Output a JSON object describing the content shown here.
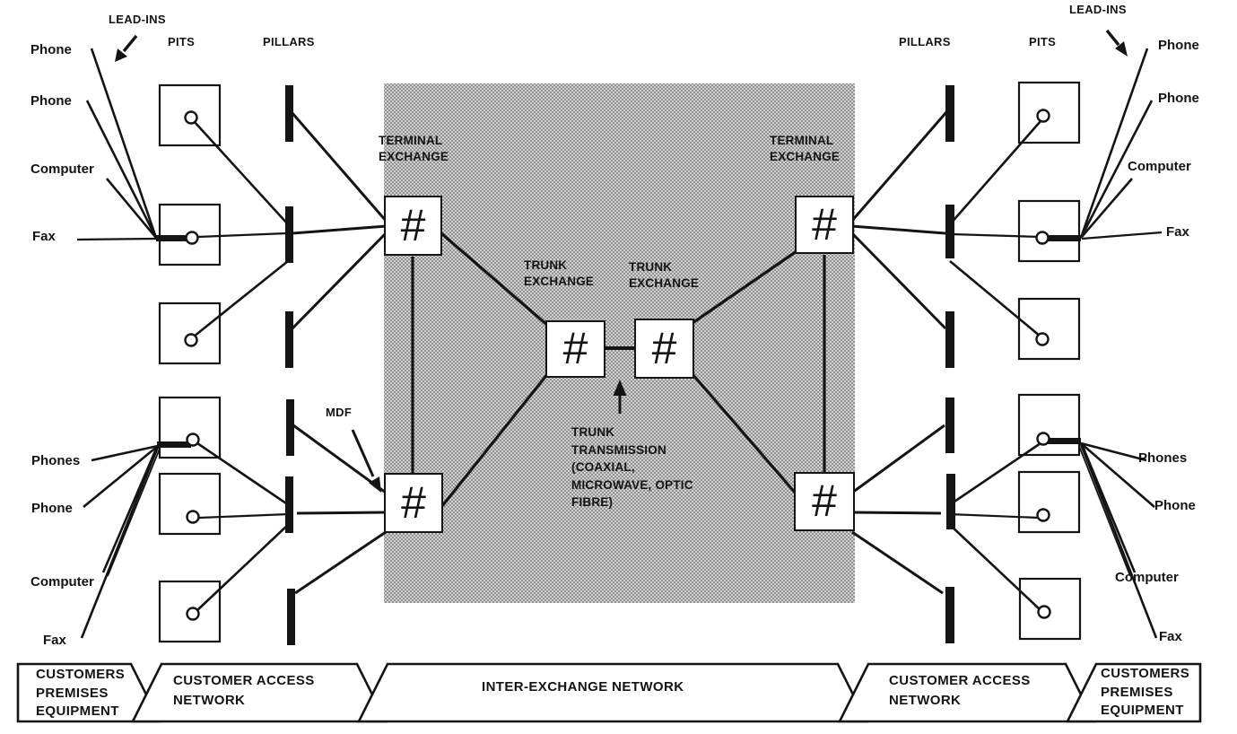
{
  "labels": {
    "lead_ins": "LEAD-INS",
    "pits": "PITS",
    "pillars": "PILLARS",
    "mdf": "MDF",
    "terminal_exchange": "TERMINAL\nEXCHANGE",
    "trunk_exchange": "TRUNK\nEXCHANGE",
    "trunk_transmission": "TRUNK\nTRANSMISSION\n(COAXIAL,\nMICROWAVE, OPTIC\nFIBRE)",
    "exchange_symbol": "#"
  },
  "devices": {
    "left_upper": [
      "Phone",
      "Phone",
      "Computer",
      "Fax"
    ],
    "left_lower": [
      "Phones",
      "Phone",
      "Computer",
      "Fax"
    ],
    "right_upper": [
      "Phone",
      "Phone",
      "Computer",
      "Fax"
    ],
    "right_lower": [
      "Phones",
      "Phone",
      "Computer",
      "Fax"
    ]
  },
  "banner": {
    "segments": [
      "CUSTOMERS\nPREMISES\nEQUIPMENT",
      "CUSTOMER ACCESS\nNETWORK",
      "INTER-EXCHANGE NETWORK",
      "CUSTOMER ACCESS\nNETWORK",
      "CUSTOMERS\nPREMISES\nEQUIPMENT"
    ]
  },
  "colors": {
    "ink": "#141414",
    "paper": "#ffffff",
    "halftone_bg": "#d2d2d2",
    "halftone_dot": "#8b8b8b"
  }
}
